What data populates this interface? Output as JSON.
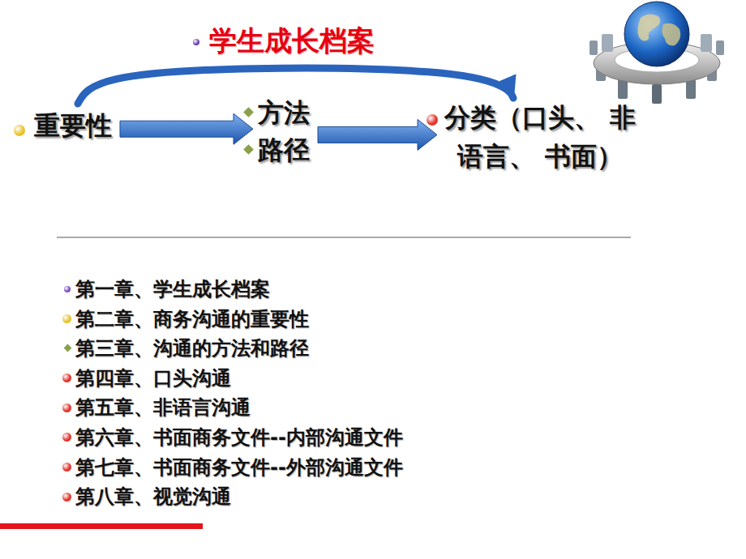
{
  "diagram": {
    "nodes": [
      {
        "text": [
          "学生成长档案"
        ]
      },
      {
        "text": [
          "重要性"
        ]
      },
      {
        "text": [
          "方法",
          "路径"
        ]
      },
      {
        "text": [
          "分类（口头、 非语言、 书面）"
        ]
      }
    ],
    "edges": [
      {
        "from": 1,
        "to": 2,
        "arrow": "to"
      },
      {
        "from": 2,
        "to": 3,
        "arrow": "to"
      },
      {
        "from": 1,
        "to": 3,
        "arrow": "to"
      }
    ],
    "labels": [
      "第一章、学生成长档案",
      "第二章、商务沟通的重要性",
      "第三章、沟通的方法和路径",
      "第四章、口头沟通",
      "第五章、非语言沟通",
      "第六章、书面商务文件--内部沟通文件",
      "第七章、书面商务文件--外部沟通文件",
      "第八章、视觉沟通"
    ]
  }
}
